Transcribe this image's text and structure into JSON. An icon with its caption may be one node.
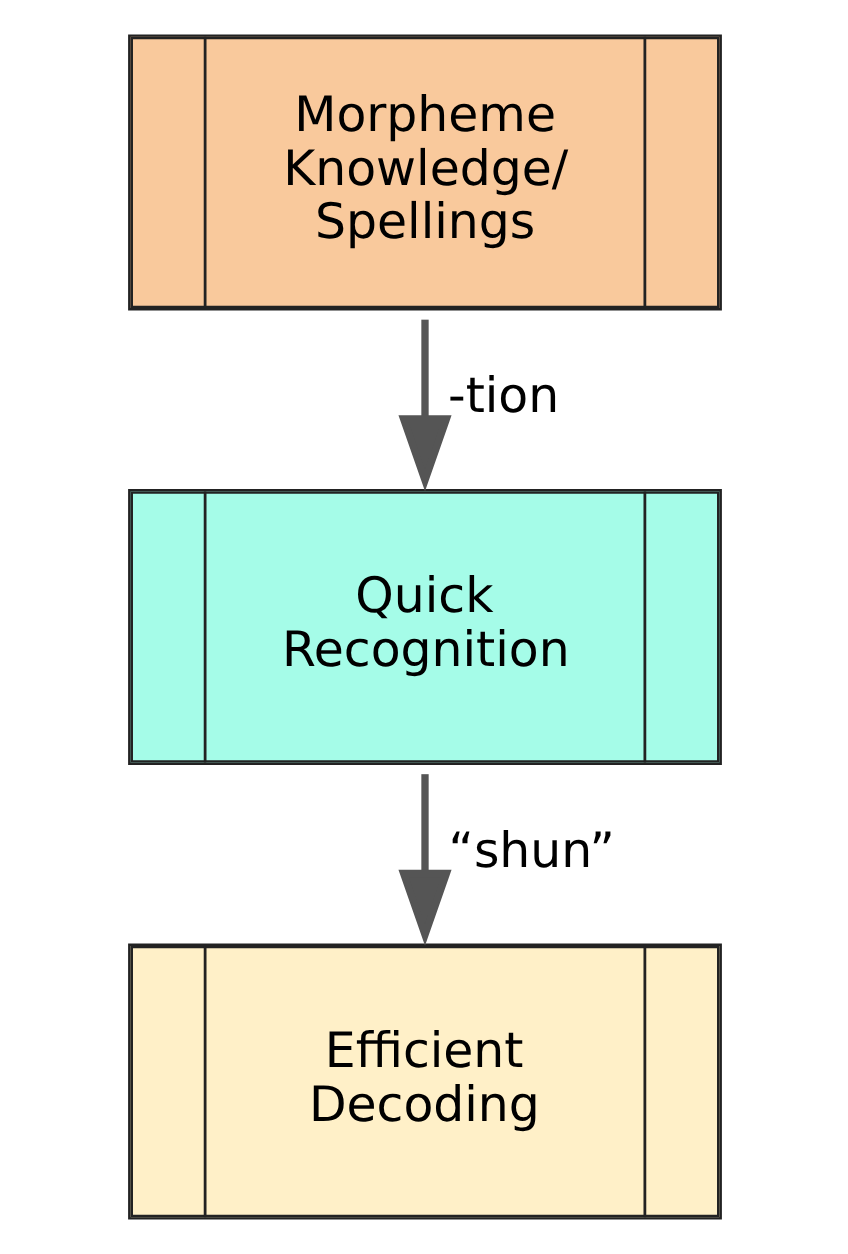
{
  "diagram": {
    "nodes": [
      {
        "text": [
          "Morpheme Knowledge/ Spellings"
        ]
      },
      {
        "text": [
          "Quick Recognition"
        ]
      },
      {
        "text": [
          "Efficient Decoding"
        ]
      }
    ],
    "edges": [
      {
        "from": 0,
        "to": 1,
        "arrow": "to",
        "label": "-tion"
      },
      {
        "from": 1,
        "to": 2,
        "arrow": "to",
        "label": "“shun”"
      }
    ]
  }
}
